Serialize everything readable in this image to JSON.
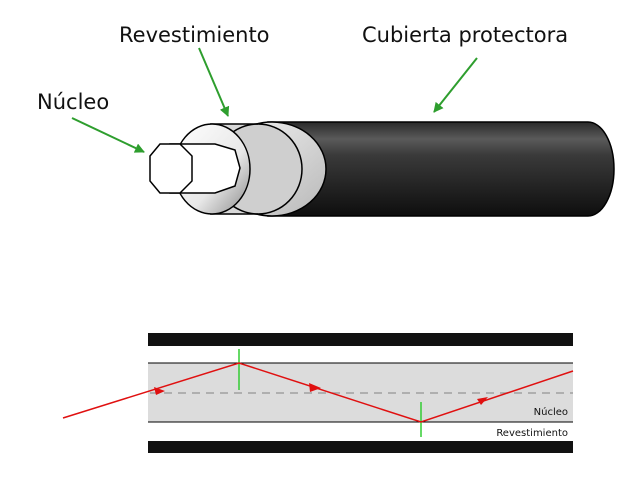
{
  "labels": {
    "core": "Núcleo",
    "cladding": "Revestimiento",
    "jacket": "Cubierta protectora"
  },
  "cross_section": {
    "core_label": "Núcleo",
    "cladding_label": "Revestimiento"
  },
  "colors": {
    "callout_arrow": "#2e9e2e",
    "light_ray": "#e01010",
    "normal_line": "#33cc33",
    "core_fill": "#dcdcdc",
    "jacket_fill": "#111111",
    "axis_dash": "#a0a0a0"
  }
}
